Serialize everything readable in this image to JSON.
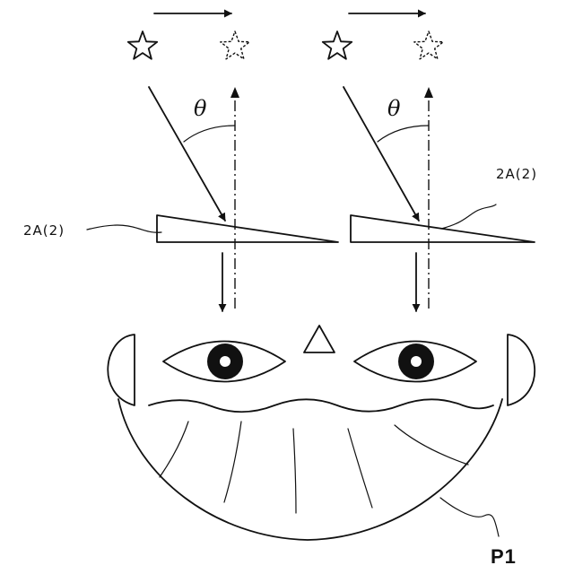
{
  "labels": {
    "theta_left": "θ",
    "theta_right": "θ",
    "ref_left": "2A(2)",
    "ref_right": "2A(2)",
    "ref_face": "P1"
  },
  "icons": {
    "star_source": "star-solid-icon",
    "star_apparent": "star-dashed-icon"
  },
  "colors": {
    "ink": "#111111",
    "background": "#ffffff"
  }
}
